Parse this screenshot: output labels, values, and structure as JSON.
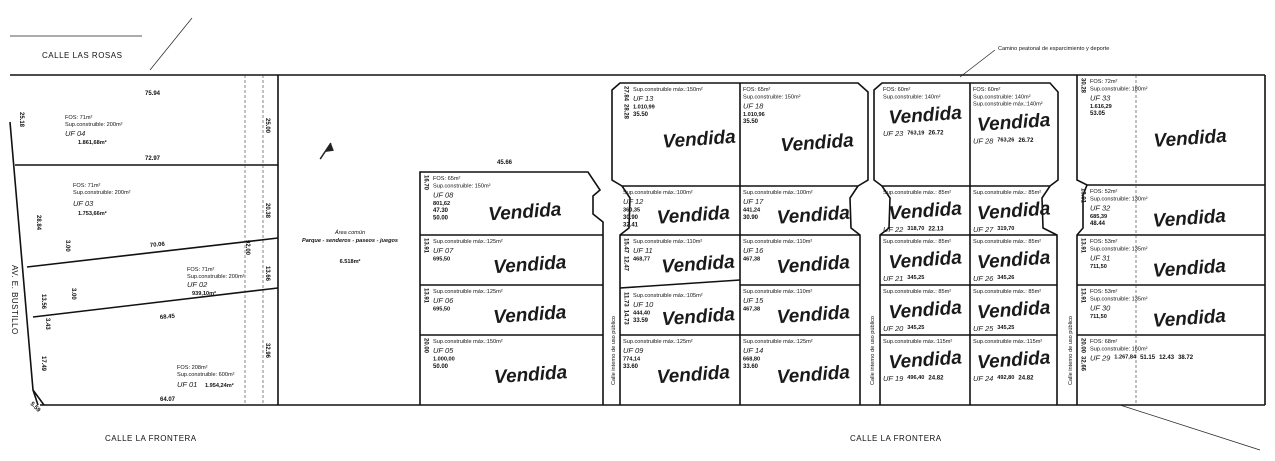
{
  "streets": {
    "top": "CALLE LAS ROSAS",
    "left": "AV. E. BUSTILLO",
    "bottom_left": "CALLE LA FRONTERA",
    "bottom_right": "CALLE LA FRONTERA",
    "internal": "Calle interno de uso público",
    "walkway": "Camino peatonal de esparcimiento y deporte"
  },
  "common_area": {
    "title": "Área común",
    "subtitle": "Parque - senderos - paseos - juegos",
    "area": "6.518m²"
  },
  "sold_label": "Vendida",
  "lots": [
    {
      "id": "UF 01",
      "area": "1.954,24m²",
      "fos": "FOS: 208m²",
      "sup": "Sup.construible: 600m²",
      "sold": false
    },
    {
      "id": "UF 02",
      "area": "939,10m²",
      "fos": "FOS: 71m²",
      "sup": "Sup.construible: 200m²",
      "sold": false
    },
    {
      "id": "UF 03",
      "area": "1.753,66m²",
      "fos": "FOS: 71m²",
      "sup": "Sup.construible: 200m²",
      "sold": false
    },
    {
      "id": "UF 04",
      "area": "1.861,68m²",
      "fos": "FOS: 71m²",
      "sup": "Sup.construible: 200m²",
      "sold": false
    },
    {
      "id": "UF 05",
      "area": "1.000,00",
      "sup": "Sup.construible máx.:150m²",
      "sold": true
    },
    {
      "id": "UF 06",
      "area": "695,50",
      "sup": "Sup.construible máx.:125m²",
      "sold": true
    },
    {
      "id": "UF 07",
      "area": "695,50",
      "sup": "Sup.construible máx.:125m²",
      "sold": true
    },
    {
      "id": "UF 08",
      "area": "801,62",
      "fos": "FOS: 65m²",
      "sup": "Sup.construible: 150m²",
      "sold": true
    },
    {
      "id": "UF 09",
      "area": "774,14",
      "sup": "Sup.construible máx.:125m²",
      "sold": true
    },
    {
      "id": "UF 10",
      "area": "444,40",
      "sup": "Sup.construible máx.:105m²",
      "sold": true
    },
    {
      "id": "UF 11",
      "area": "468,77",
      "sup": "Sup.construible máx.:110m²",
      "sold": true
    },
    {
      "id": "UF 12",
      "area": "360,35",
      "sup": "Sup.construible máx.:100m²",
      "sold": true
    },
    {
      "id": "UF 13",
      "area": "1.010,99",
      "sup": "Sup.construible máx.:150m²",
      "sold": true
    },
    {
      "id": "UF 14",
      "area": "668,80",
      "sup": "Sup.construible máx.:125m²",
      "sold": true
    },
    {
      "id": "UF 15",
      "area": "467,38",
      "sup": "Sup.construible máx.:110m²",
      "sold": true
    },
    {
      "id": "UF 16",
      "area": "467,38",
      "sup": "Sup.construible máx.:110m²",
      "sold": true
    },
    {
      "id": "UF 17",
      "area": "441,24",
      "sup": "Sup.construible máx.:100m²",
      "sold": true
    },
    {
      "id": "UF 18",
      "area": "1.010,96",
      "fos": "FOS: 65m²",
      "sup": "Sup.construible: 150m²",
      "sold": true
    },
    {
      "id": "UF 19",
      "area": "496,40",
      "sup": "Sup.construible máx.:115m²",
      "sold": true
    },
    {
      "id": "UF 20",
      "area": "345,25",
      "sup": "Sup.construible máx.: 85m²",
      "sold": true
    },
    {
      "id": "UF 21",
      "area": "345,25",
      "sup": "Sup.construible máx.: 85m²",
      "sold": true
    },
    {
      "id": "UF 22",
      "area": "318,70",
      "sup": "Sup.construible máx.: 85m²",
      "sold": true
    },
    {
      "id": "UF 23",
      "area": "763,19",
      "fos": "FOS: 60m²",
      "sup": "Sup.construible: 140m²",
      "sold": true
    },
    {
      "id": "UF 24",
      "area": "492,80",
      "sup": "Sup.construible máx.:115m²",
      "sold": true
    },
    {
      "id": "UF 25",
      "area": "345,25",
      "sup": "Sup.construible máx.: 85m²",
      "sold": true
    },
    {
      "id": "UF 26",
      "area": "345,26",
      "sup": "Sup.construible máx.: 85m²",
      "sold": true
    },
    {
      "id": "UF 27",
      "area": "319,70",
      "sup": "Sup.construible máx.: 85m²",
      "sold": true
    },
    {
      "id": "UF 28",
      "area": "763,26",
      "fos": "FOS: 60m²",
      "sup": "Sup.construible: 140m²",
      "supmax": "Sup.construible máx.:140m²",
      "sold": true
    },
    {
      "id": "UF 29",
      "area": "1.267,84",
      "fos": "FOS: 68m²",
      "sup": "Sup.construible: 160m²",
      "sold": false
    },
    {
      "id": "UF 30",
      "area": "711,50",
      "fos": "FOS: 53m²",
      "sup": "Sup.construible: 135m²",
      "sold": true
    },
    {
      "id": "UF 31",
      "area": "711,50",
      "fos": "FOS: 53m²",
      "sup": "Sup.construible: 135m²",
      "sold": true
    },
    {
      "id": "UF 32",
      "area": "685,39",
      "fos": "FOS: 52m²",
      "sup": "Sup.construible: 130m²",
      "sold": true
    },
    {
      "id": "UF 33",
      "area": "1.616,29",
      "fos": "FOS: 72m²",
      "sup": "Sup.construible: 180m²",
      "sold": true
    }
  ],
  "dimensions": [
    "75.94",
    "72.97",
    "25.18",
    "25.00",
    "28.84",
    "20.38",
    "3.00",
    "3.00",
    "70.06",
    "92.00",
    "13.66",
    "13.56",
    "68.45",
    "3.43",
    "17.49",
    "32.96",
    "64.07",
    "5.59",
    "45.66",
    "47.30",
    "50.00",
    "16.70",
    "13.91",
    "13.91",
    "50.00",
    "20.00",
    "35.50",
    "35.50",
    "27.84",
    "28.28",
    "30.90",
    "32.41",
    "30.90",
    "15.47",
    "12.47",
    "33.59",
    "11.73",
    "14.73",
    "33.60",
    "33.60",
    "26.72",
    "26.72",
    "22.13",
    "24.82",
    "24.82",
    "53.05",
    "30.28",
    "13.91",
    "48.44",
    "13.91",
    "13.91",
    "51.15",
    "20.00",
    "12.43",
    "38.72",
    "32.66"
  ]
}
